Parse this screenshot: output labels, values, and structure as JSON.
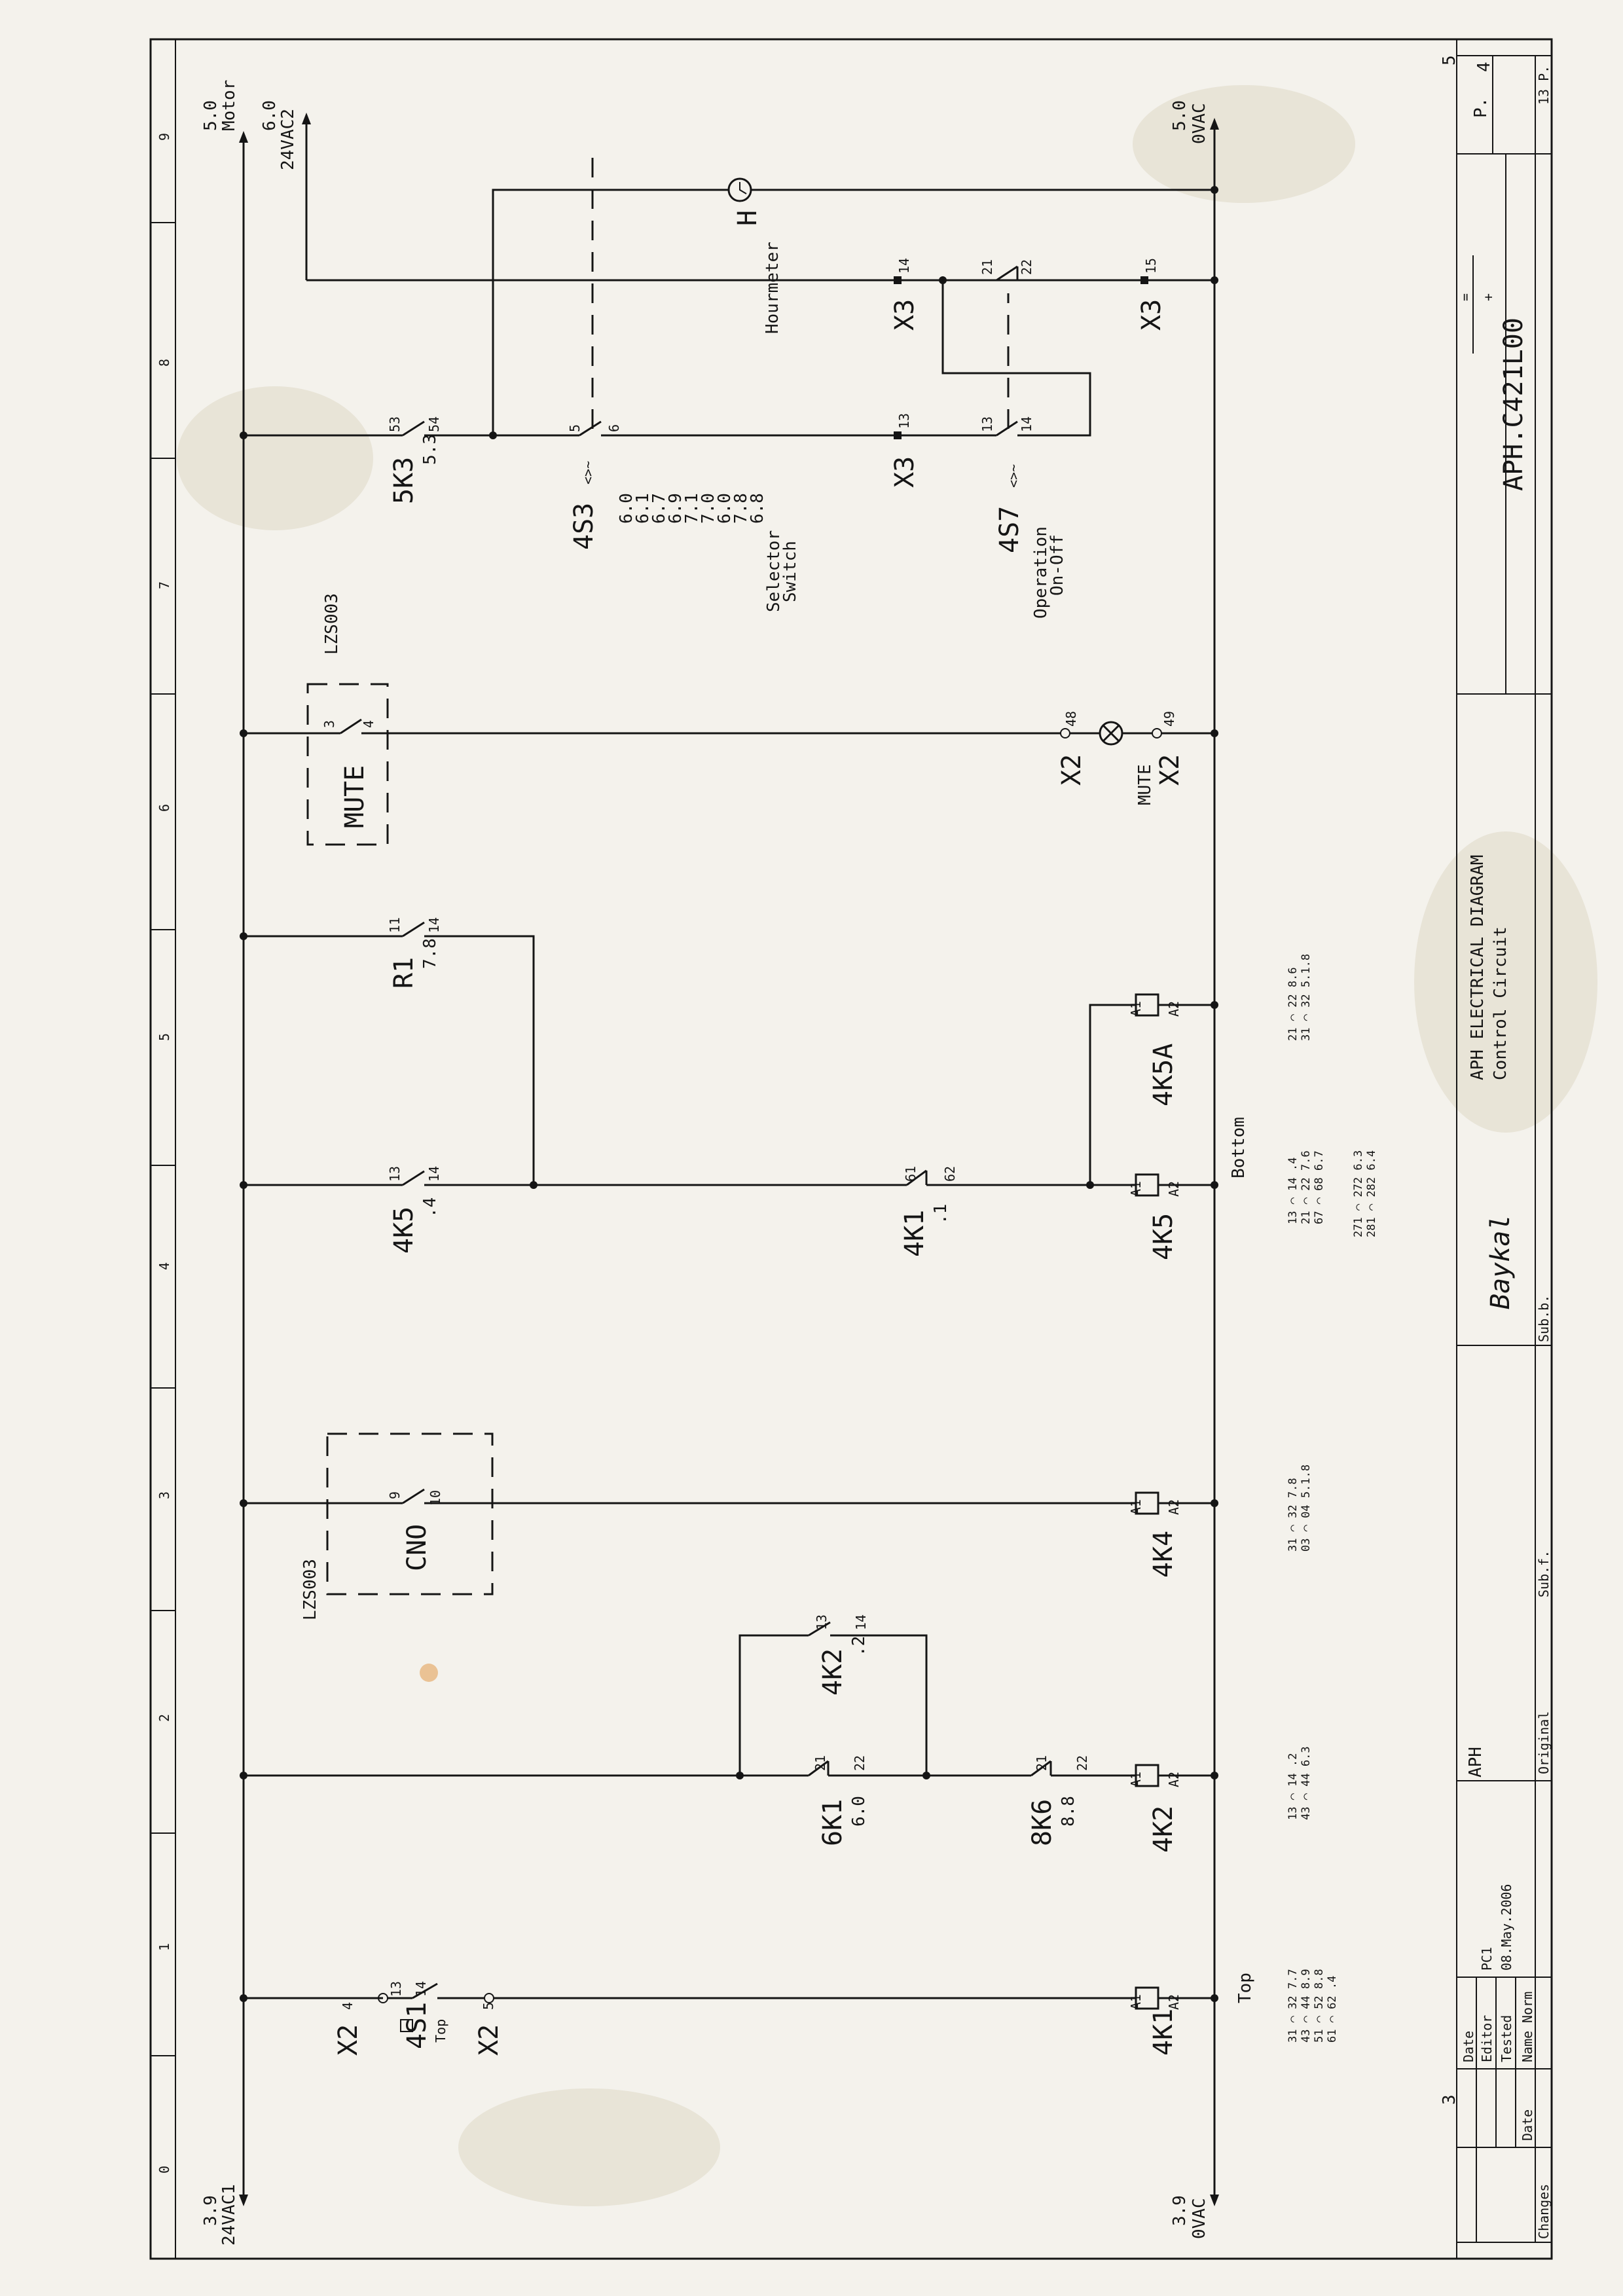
{
  "rails": {
    "top_left_ref": "3.9",
    "top_left_name": "24VAC1",
    "bottom_left_ref": "3.9",
    "bottom_left_name": "0VAC",
    "top_right_ref1": "5.0",
    "top_right_name1": "Motor",
    "top_right_ref2": "6.0",
    "top_right_name2": "24VAC2",
    "bottom_right_ref": "5.0",
    "bottom_right_name": "0VAC"
  },
  "columns": [
    "0",
    "1",
    "2",
    "3",
    "4",
    "5",
    "6",
    "7",
    "8",
    "9"
  ],
  "corner_numbers": {
    "top_right": "5",
    "bottom_left": "3"
  },
  "components": {
    "s1": {
      "label": "4S1",
      "sub": "Top",
      "t1": "13",
      "t2": "14"
    },
    "x2_4": {
      "label": "X2",
      "pin": "4"
    },
    "x2_5": {
      "label": "X2",
      "pin": "5"
    },
    "k1_coil": {
      "label": "4K1",
      "a1": "A1",
      "a2": "A2",
      "bus": "Top"
    },
    "k1_xref": [
      "31 ⌒ 32  7.7",
      "43 ⌒ 44  8.9",
      "51 ⌒ 52  8.8",
      "61 ⌒ 62  .4"
    ],
    "k1_contact_a": {
      "label": "6K1",
      "ref": "6.0",
      "t1": "21",
      "t2": "22"
    },
    "k2_hold": {
      "label": "4K2",
      "ref": ".2",
      "t1": "13",
      "t2": "14"
    },
    "k6": {
      "label": "8K6",
      "ref": "8.8",
      "t1": "21",
      "t2": "22"
    },
    "k2_coil": {
      "label": "4K2",
      "a1": "A1",
      "a2": "A2"
    },
    "k2_xref": [
      "13 ⌒ 14  .2",
      "43 ⌒ 44  6.3"
    ],
    "cno": {
      "label": "CNO",
      "t1": "9",
      "t2": "10",
      "box": "LZS003"
    },
    "k4_coil": {
      "label": "4K4",
      "a1": "A1",
      "a2": "A2"
    },
    "k4_xref": [
      "31 ⌒ 32  7.8",
      "03 ⌒ 04  5.1.8"
    ],
    "k5_contact": {
      "label": "4K5",
      "ref": ".4",
      "t1": "13",
      "t2": "14"
    },
    "k1_contact_b": {
      "label": "4K1",
      "ref": ".1",
      "t1": "61",
      "t2": "62"
    },
    "k5_coil": {
      "label": "4K5",
      "a1": "A1",
      "a2": "A2",
      "bus": "Bottom"
    },
    "k5_xref": [
      "13 ⌒ 14  .4",
      "21 ⌒ 22  7.6",
      "67 ⌒ 68  6.7",
      "271 ⌒ 272  6.3",
      "281 ⌒ 282  6.4"
    ],
    "r1": {
      "label": "R1",
      "ref": "7.8",
      "t1": "11",
      "t2": "14"
    },
    "k5a_coil": {
      "label": "4K5A",
      "a1": "A1",
      "a2": "A2"
    },
    "k5a_xref": [
      "21 ⌒ 22   8.6",
      "31 ⌒ 32  5.1.8"
    ],
    "mute": {
      "label": "MUTE",
      "t1": "3",
      "t2": "4",
      "box": "LZS003"
    },
    "x2_48": {
      "label": "X2",
      "pin": "48"
    },
    "x2_49": {
      "label": "X2",
      "pin": "49"
    },
    "mute_lamp": {
      "label": "MUTE"
    },
    "k3": {
      "label": "5K3",
      "ref": "5.3",
      "t1": "53",
      "t2": "54"
    },
    "s3": {
      "label": "4S3",
      "t1": "5",
      "t2": "6",
      "refs": [
        "6.0",
        "6.1",
        "6.7",
        "6.9",
        "7.1",
        "7.0",
        "6.0",
        "7.8",
        "6.8"
      ],
      "desc1": "Selector",
      "desc2": "Switch"
    },
    "x3_13": {
      "label": "X3",
      "pin": "13"
    },
    "x3_14": {
      "label": "X3",
      "pin": "14"
    },
    "x3_15": {
      "label": "X3",
      "pin": "15"
    },
    "s7": {
      "label": "4S7",
      "t1": "13",
      "t2": "14",
      "t3": "21",
      "t4": "22",
      "desc1": "Operation",
      "desc2": "On-Off"
    },
    "hourmeter": {
      "label": "H",
      "desc": "Hourmeter"
    }
  },
  "title_block": {
    "drawing_no": "APH.C421L00",
    "title1": "APH ELECTRICAL DIAGRAM",
    "title2": "Control Circuit",
    "project": "APH",
    "logo": "Baykal",
    "page_label": "P.",
    "page": "4",
    "pages": "13 P.",
    "row_date": "Date",
    "row_editor": "Editor",
    "editor_value": "PC1",
    "row_tested": "Tested",
    "date_value": "08.May.2006",
    "row_name": "Name",
    "row_norm": "Norm",
    "changes": "Changes",
    "date_col": "Date",
    "original": "Original",
    "sub_f": "Sub.f.",
    "sub_b": "Sub.b.",
    "eq": "=",
    "plus": "+"
  }
}
